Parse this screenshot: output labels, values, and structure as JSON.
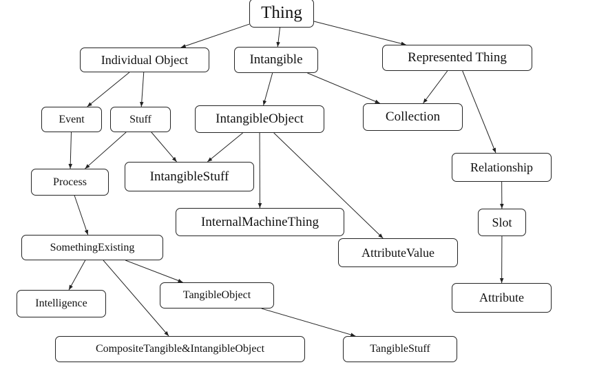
{
  "nodes": {
    "thing": "Thing",
    "individual_object": "Individual Object",
    "intangible": "Intangible",
    "represented_thing": "Represented Thing",
    "event": "Event",
    "stuff": "Stuff",
    "intangible_object": "IntangibleObject",
    "collection": "Collection",
    "process": "Process",
    "intangible_stuff": "IntangibleStuff",
    "relationship": "Relationship",
    "internal_machine_thing": "InternalMachineThing",
    "slot": "Slot",
    "something_existing": "SomethingExisting",
    "attribute_value": "AttributeValue",
    "intelligence": "Intelligence",
    "tangible_object": "TangibleObject",
    "attribute": "Attribute",
    "composite": "CompositeTangible&IntangibleObject",
    "tangible_stuff": "TangibleStuff"
  },
  "edges": [
    [
      "thing",
      "individual_object"
    ],
    [
      "thing",
      "intangible"
    ],
    [
      "thing",
      "represented_thing"
    ],
    [
      "individual_object",
      "event"
    ],
    [
      "individual_object",
      "stuff"
    ],
    [
      "intangible",
      "intangible_object"
    ],
    [
      "intangible",
      "collection"
    ],
    [
      "represented_thing",
      "collection"
    ],
    [
      "represented_thing",
      "relationship"
    ],
    [
      "event",
      "process"
    ],
    [
      "stuff",
      "process"
    ],
    [
      "stuff",
      "intangible_stuff"
    ],
    [
      "intangible_object",
      "intangible_stuff"
    ],
    [
      "intangible_object",
      "internal_machine_thing"
    ],
    [
      "intangible_object",
      "attribute_value"
    ],
    [
      "process",
      "something_existing"
    ],
    [
      "relationship",
      "slot"
    ],
    [
      "slot",
      "attribute"
    ],
    [
      "something_existing",
      "intelligence"
    ],
    [
      "something_existing",
      "tangible_object"
    ],
    [
      "something_existing",
      "composite"
    ],
    [
      "tangible_object",
      "tangible_stuff"
    ]
  ]
}
